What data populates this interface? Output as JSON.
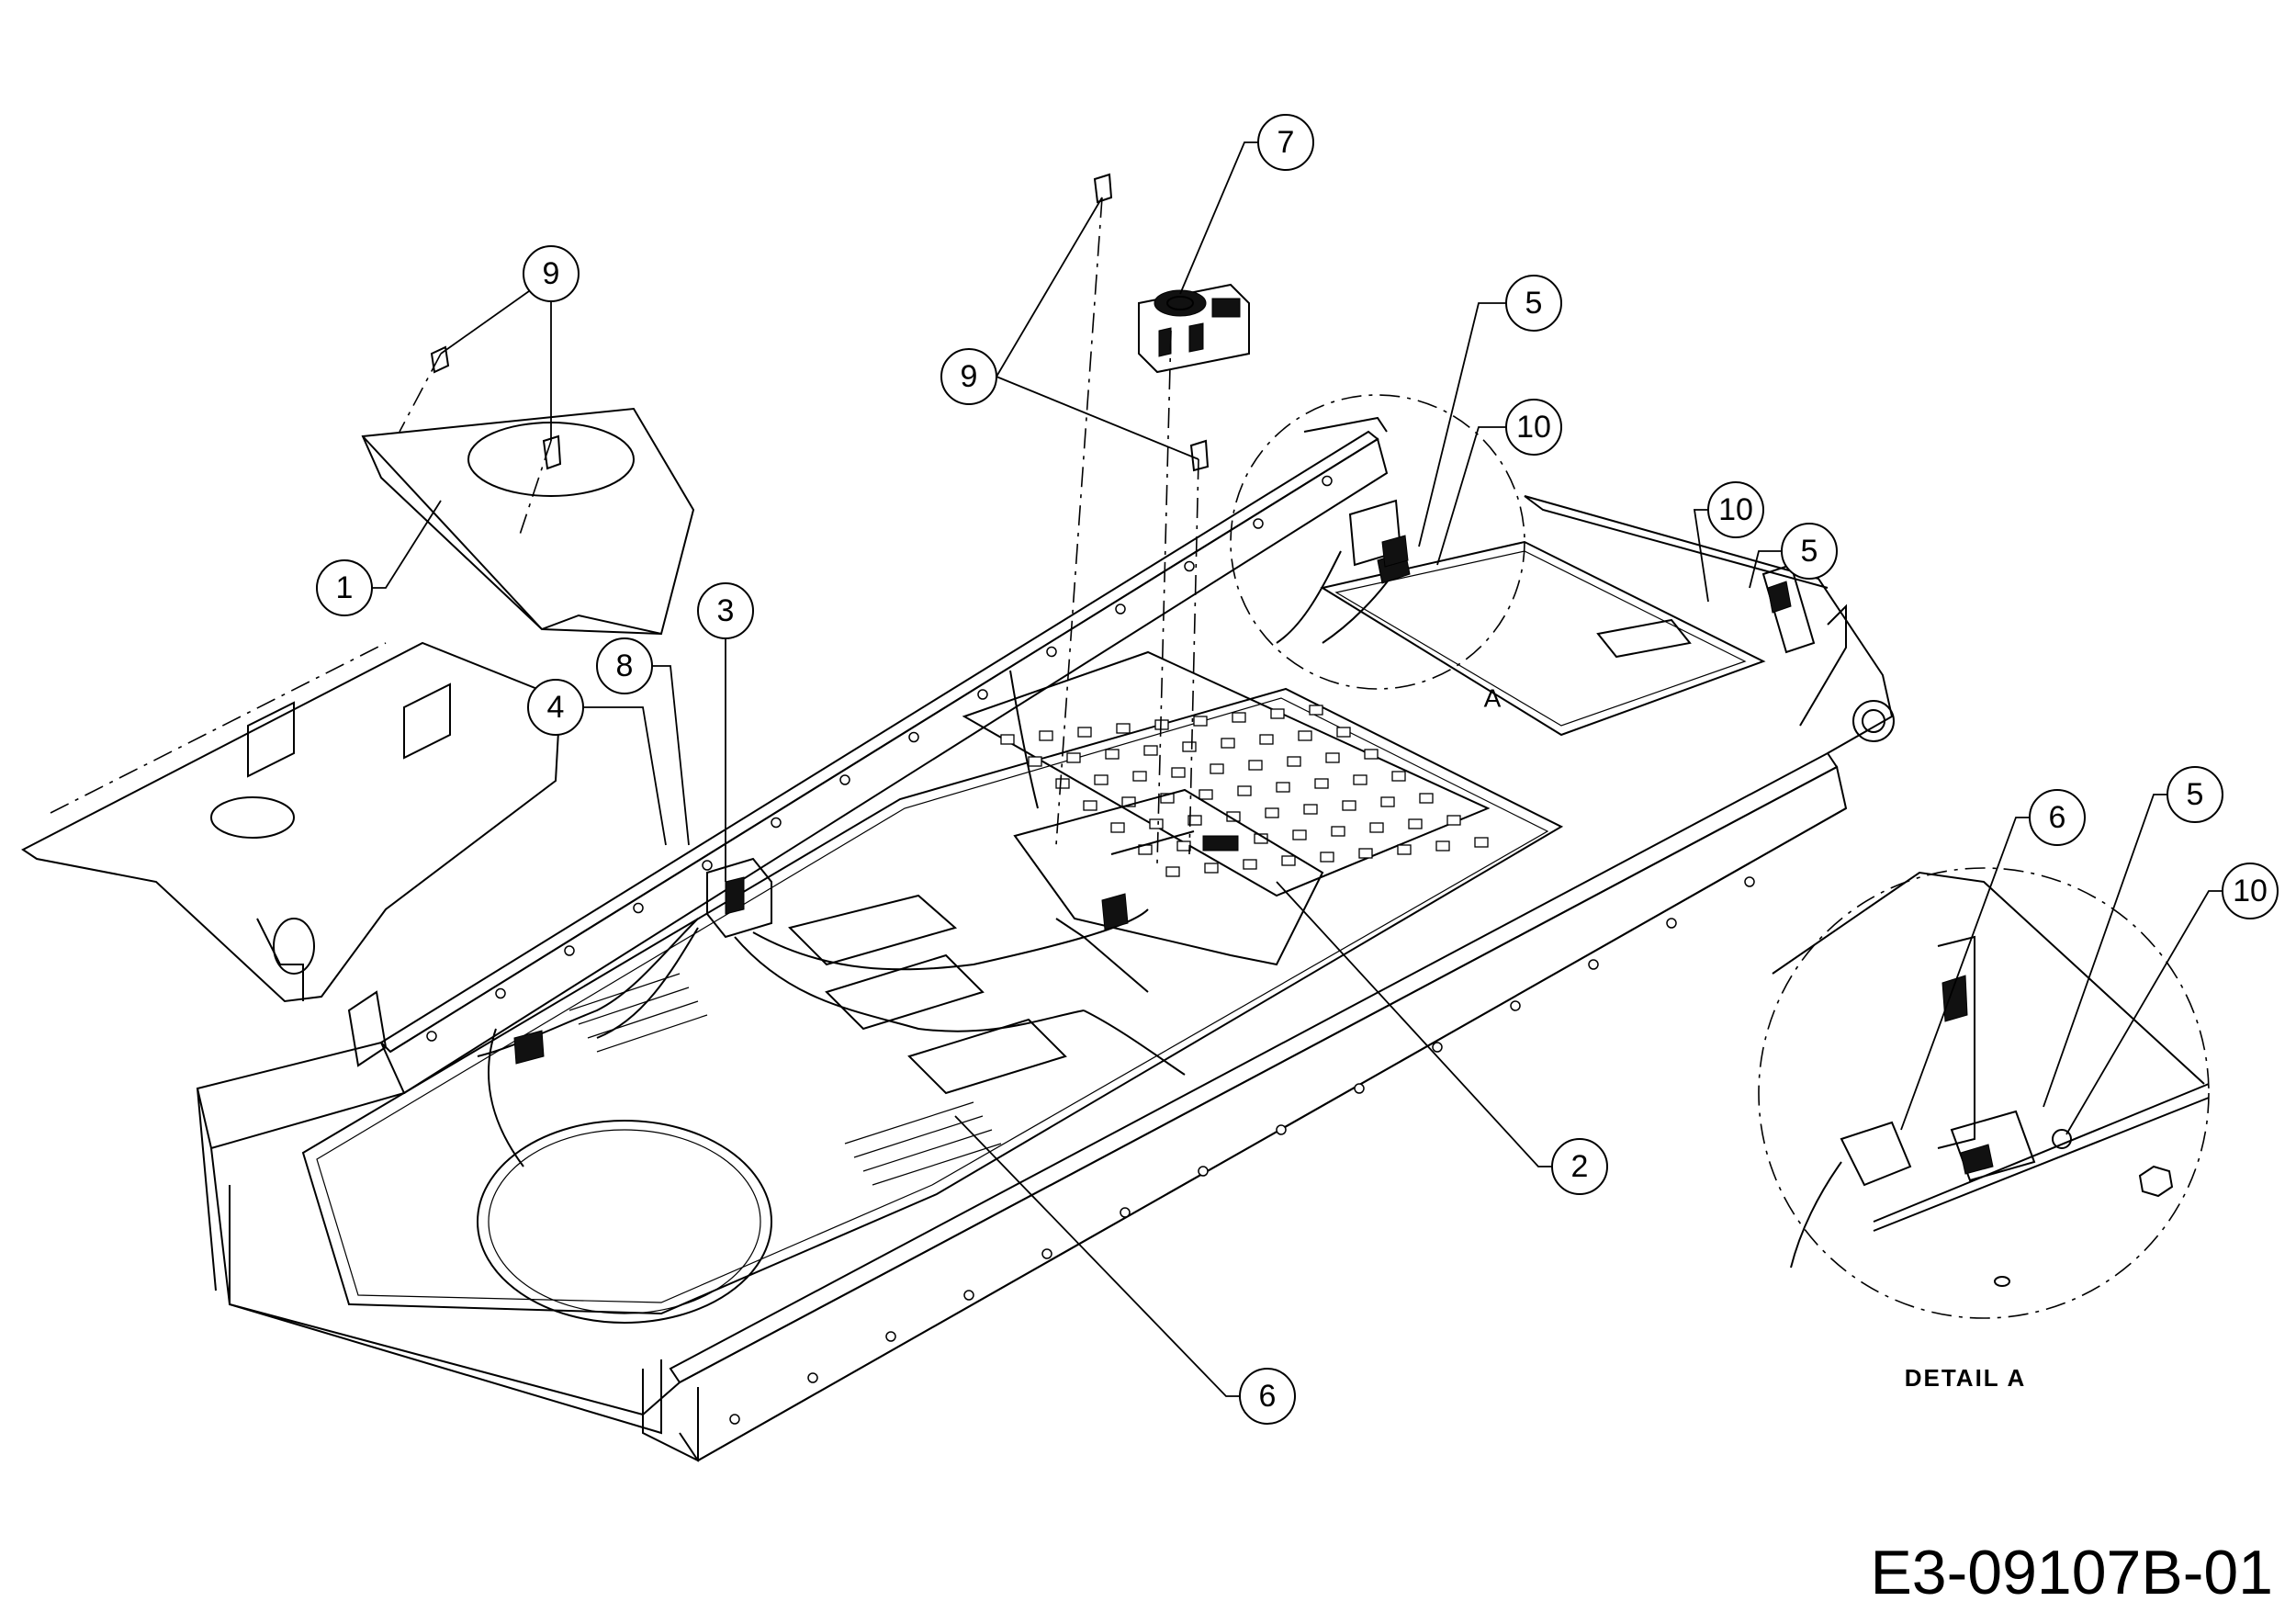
{
  "drawing_number": "E3-09107B-01",
  "detail_label": "DETAIL A",
  "detail_marker": "A",
  "callouts": [
    {
      "id": "c1",
      "label": "1"
    },
    {
      "id": "c2",
      "label": "2"
    },
    {
      "id": "c3",
      "label": "3"
    },
    {
      "id": "c4",
      "label": "4"
    },
    {
      "id": "c5a",
      "label": "5"
    },
    {
      "id": "c5b",
      "label": "5"
    },
    {
      "id": "c5c",
      "label": "5"
    },
    {
      "id": "c6a",
      "label": "6"
    },
    {
      "id": "c6b",
      "label": "6"
    },
    {
      "id": "c7",
      "label": "7"
    },
    {
      "id": "c8",
      "label": "8"
    },
    {
      "id": "c9a",
      "label": "9"
    },
    {
      "id": "c9b",
      "label": "9"
    },
    {
      "id": "c10a",
      "label": "10"
    },
    {
      "id": "c10b",
      "label": "10"
    },
    {
      "id": "c10c",
      "label": "10"
    }
  ]
}
